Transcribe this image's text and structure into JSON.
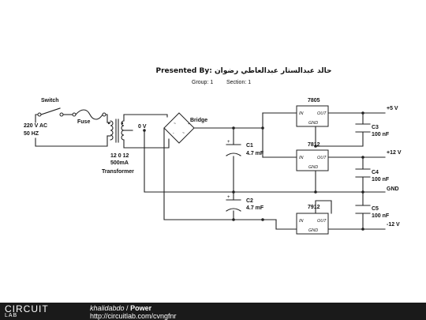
{
  "header": {
    "title": "Presented By: حالد عبدالستار عبدالعاطي رضوان",
    "group": "Group: 1",
    "section": "Section: 1"
  },
  "labels": {
    "switch": "Switch",
    "fuse": "Fuse",
    "ac_voltage": "220 V AC",
    "ac_freq": "50 HZ",
    "zero_v": "0 V",
    "bridge": "Bridge",
    "tx_taps": "12 0 12",
    "tx_current": "500mA",
    "transformer": "Transformer",
    "c1_name": "C1",
    "c1_value": "4.7 mF",
    "c2_name": "C2",
    "c2_value": "4.7 mF",
    "c3_name": "C3",
    "c3_value": "100 nF",
    "c4_name": "C4",
    "c4_value": "100 nF",
    "c5_name": "C5",
    "c5_value": "100 nF",
    "reg1": "7805",
    "reg2": "7812",
    "reg3": "7912",
    "pin_in": "IN",
    "pin_out": "OUT",
    "pin_gnd": "GND",
    "out_5v": "+5 V",
    "out_12v": "+12 V",
    "out_gnd": "GND",
    "out_neg12v": "-12 V"
  },
  "footer": {
    "logo_top": "CIRCUIT",
    "logo_bottom": "LAB",
    "author": "khalidabdo",
    "separator": " / ",
    "project": "Power",
    "url": "http://circuitlab.com/cvngfnr"
  }
}
